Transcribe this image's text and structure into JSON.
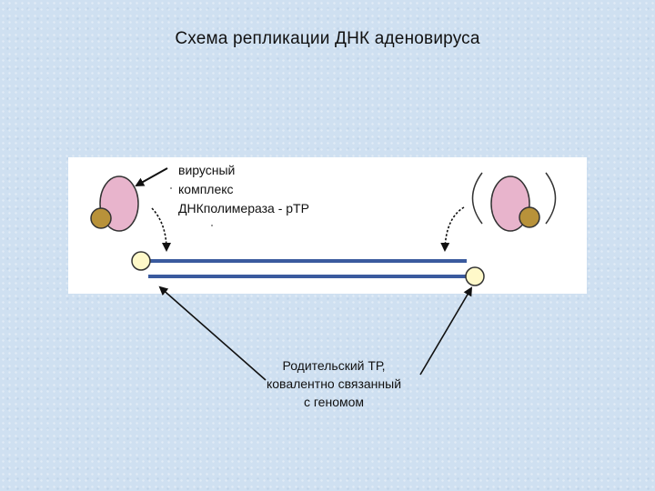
{
  "title": "Схема репликации ДНК аденовируса",
  "complex_label": {
    "line1": "вирусный",
    "line2": "комплекс",
    "line3": "ДНКполимераза - pTP"
  },
  "parent_label": {
    "line1": "Родительский ТР,",
    "line2": "ковалентно связанный",
    "line3": "с геномом"
  },
  "colors": {
    "strand": "#3a5a9e",
    "polymerase_fill": "#e8b4cc",
    "protein_fill": "#b8923a",
    "terminal_protein_fill": "#fff9c9",
    "panel": "#ffffff",
    "arrow": "#111111"
  }
}
